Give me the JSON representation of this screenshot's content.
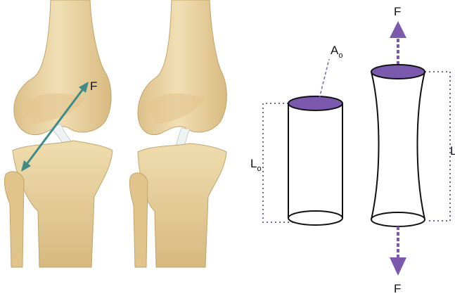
{
  "colors": {
    "bone_fill": "#ecd7a6",
    "bone_shade": "#d4b57a",
    "bone_outline": "#b8995e",
    "ligament": "#eef2f2",
    "force_teal": "#3e8b87",
    "purple": "#7b59ad",
    "guide_dotted": "#7c63a6",
    "outline": "#111111"
  },
  "icons": {
    "force_arrow_knee": "double-headed-arrow-icon",
    "force_arrow_top": "up-arrow-icon",
    "force_arrow_bottom": "down-arrow-icon"
  },
  "labels": {
    "knee_force": "F",
    "area_main": "A",
    "area_sub": "o",
    "length_orig_main": "L",
    "length_orig_sub": "o",
    "length_stretched": "L",
    "force_top": "F",
    "force_bottom": "F"
  }
}
